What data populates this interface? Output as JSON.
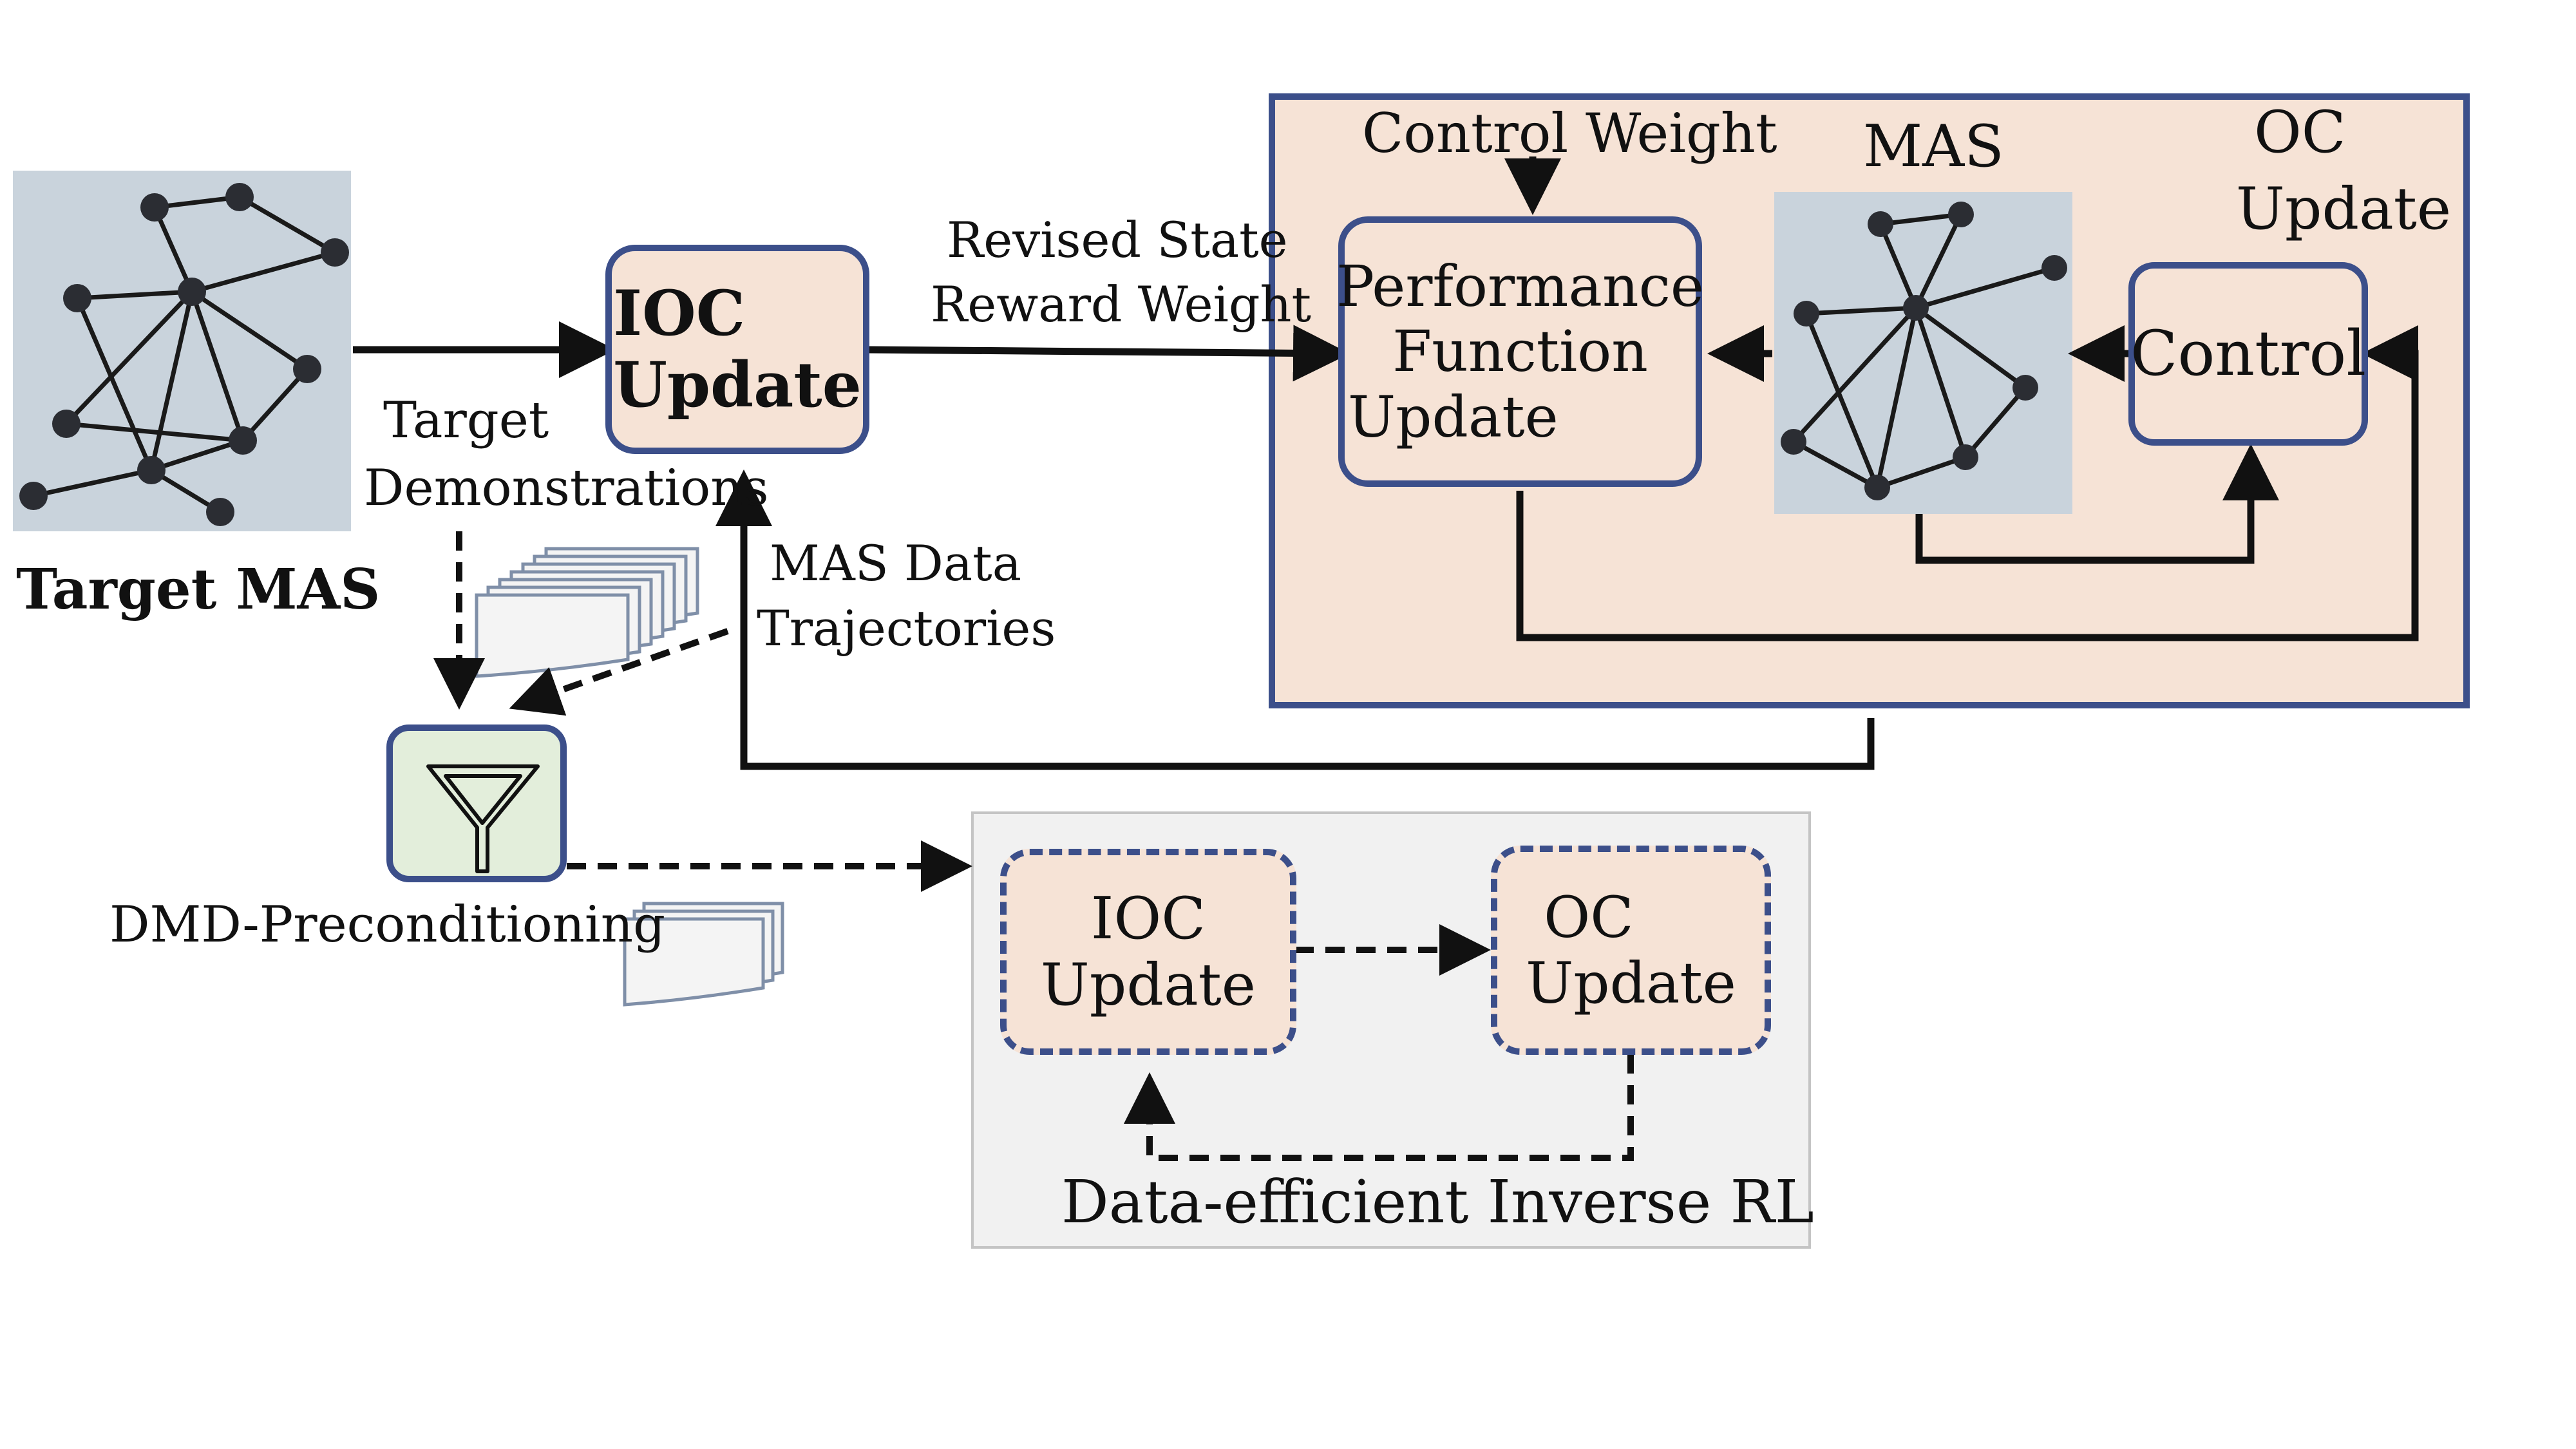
{
  "target_mas": {
    "label": "Target MAS"
  },
  "ioc_main": {
    "line1": "IOC",
    "line2": "Update"
  },
  "labels": {
    "revised_state": "Revised State",
    "reward_weight": "Reward Weight",
    "target_demo_1": "Target",
    "target_demo_2": "Demonstrations",
    "mas_data_1": "MAS Data",
    "mas_data_2": "Trajectories",
    "dmd": "DMD-Preconditioning"
  },
  "oc_panel": {
    "control_weight": "Control Weight",
    "mas_title": "MAS",
    "oc_title_1": "OC",
    "oc_title_2": "Update",
    "perf_1": "Performance",
    "perf_2": "Function",
    "perf_3": "Update",
    "control": "Control"
  },
  "irl_panel": {
    "title": "Data-efficient Inverse RL",
    "ioc_1": "IOC",
    "ioc_2": "Update",
    "oc_1": "OC",
    "oc_2": "Update"
  },
  "colors": {
    "box_border": "#3c4f8a",
    "box_fill": "#f6e3d6",
    "panel_fill": "#f6e3d6",
    "irl_panel_fill": "#f1f1f1",
    "filter_fill": "#e3eedb",
    "graph_bg": "#c9d3dc"
  }
}
